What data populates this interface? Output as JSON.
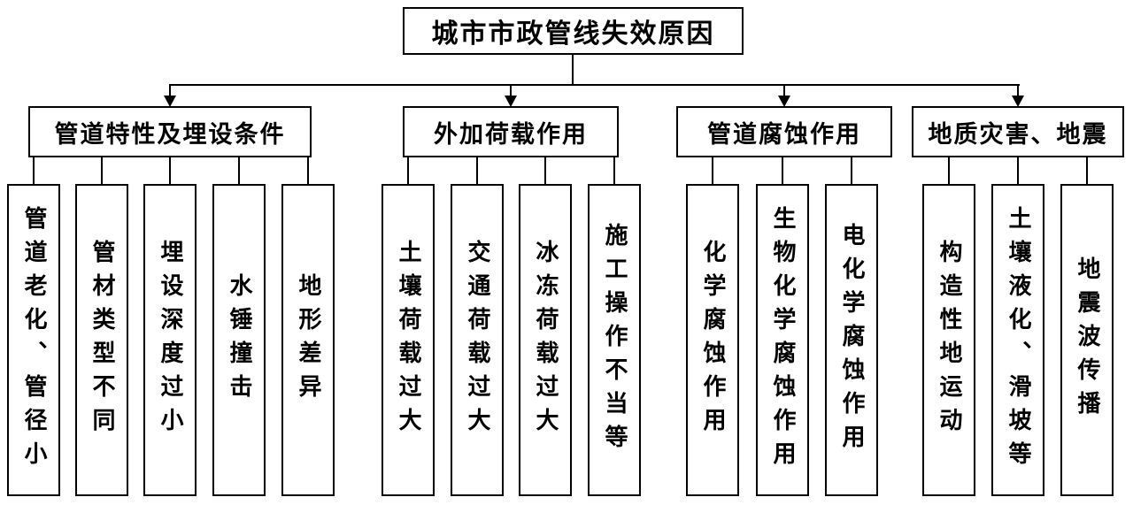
{
  "diagram": {
    "title": "城市市政管线失效原因",
    "colors": {
      "background": "#ffffff",
      "line": "#000000",
      "box_border": "#000000",
      "text": "#000000"
    },
    "root": {
      "label": "城市市政管线失效原因"
    },
    "branches": [
      {
        "label": "管道特性及埋设条件",
        "children": [
          {
            "label": "管道老化、管径小"
          },
          {
            "label": "管材类型不同"
          },
          {
            "label": "埋设深度过小"
          },
          {
            "label": "水锤撞击"
          },
          {
            "label": "地形差异"
          }
        ]
      },
      {
        "label": "外加荷载作用",
        "children": [
          {
            "label": "土壤荷载过大"
          },
          {
            "label": "交通荷载过大"
          },
          {
            "label": "冰冻荷载过大"
          },
          {
            "label": "施工操作不当等"
          }
        ]
      },
      {
        "label": "管道腐蚀作用",
        "children": [
          {
            "label": "化学腐蚀作用"
          },
          {
            "label": "生物化学腐蚀作用"
          },
          {
            "label": "电化学腐蚀作用"
          }
        ]
      },
      {
        "label": "地质灾害、地震",
        "children": [
          {
            "label": "构造性地运动"
          },
          {
            "label": "土壤液化、滑坡等"
          },
          {
            "label": "地震波传播"
          }
        ]
      }
    ]
  }
}
